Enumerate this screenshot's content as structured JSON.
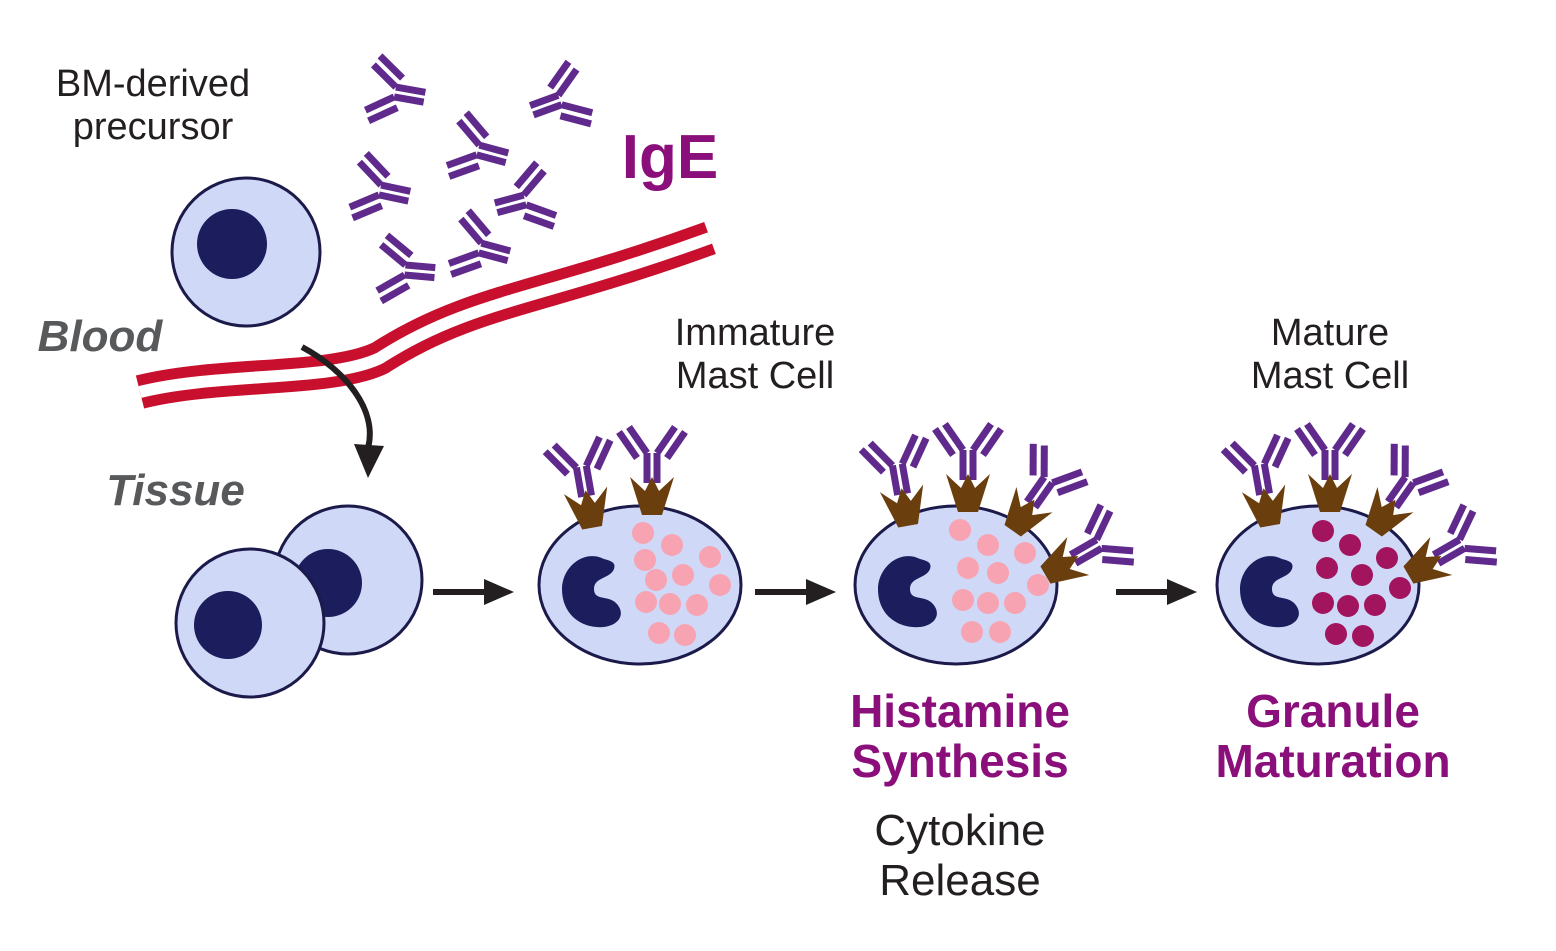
{
  "labels": {
    "precursor": [
      "BM-derived",
      "precursor"
    ],
    "ige": "IgE",
    "blood": "Blood",
    "tissue": "Tissue",
    "immature": [
      "Immature",
      "Mast Cell"
    ],
    "mature": [
      "Mature",
      "Mast Cell"
    ],
    "histamine": [
      "Histamine",
      "Synthesis"
    ],
    "cytokine": [
      "Cytokine",
      "Release"
    ],
    "granule": [
      "Granule",
      "Maturation"
    ]
  },
  "colors": {
    "cell_fill": "#cfd9f7",
    "cell_outline": "#1b1a4a",
    "nucleus": "#1b1d5c",
    "antibody": "#5f2a8c",
    "receptor": "#6b3e0e",
    "granule_immature": "#f7a3b2",
    "granule_mature": "#a3145e",
    "vessel": "#c8102e",
    "arrow": "#231f20",
    "label_purple": "#8a0f7a",
    "label_gray": "#58595b"
  }
}
